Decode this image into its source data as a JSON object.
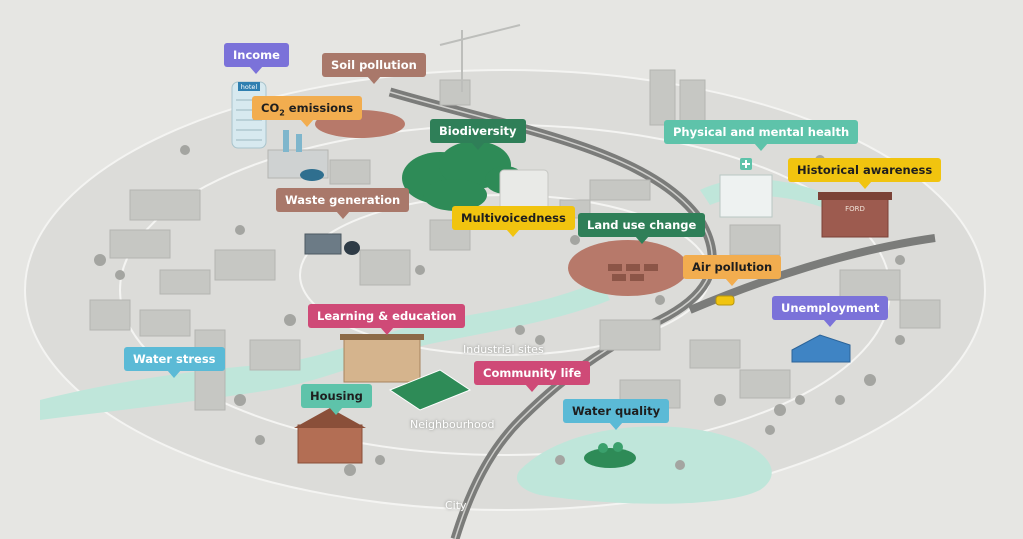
{
  "colors": {
    "background": "#e6e6e3",
    "ground": "#d8d9d5",
    "ring_line": "#f4f4f2",
    "road": "#7b7c7a",
    "water": "#bfe6da",
    "forest_green": "#2e8b57",
    "soil": "#b7796a",
    "building": "#c6c7c3",
    "tree": "#a4a5a1"
  },
  "labels": {
    "income": {
      "text": "Income",
      "color": "#7b72d9"
    },
    "soil_pollution": {
      "text": "Soil pollution",
      "color": "#a9786a"
    },
    "co2_emissions": {
      "text": "CO",
      "sub": "2",
      "suffix": " emissions",
      "color": "#f2ad4f"
    },
    "biodiversity": {
      "text": "Biodiversity",
      "color": "#2f7f58"
    },
    "physical_mental_health": {
      "text": "Physical and mental health",
      "color": "#5ec3aa"
    },
    "historical_awareness": {
      "text": "Historical awareness",
      "color": "#f1c40f"
    },
    "waste_generation": {
      "text": "Waste generation",
      "color": "#a9786a"
    },
    "multivoicedness": {
      "text": "Multivoicedness",
      "color": "#f1c40f"
    },
    "land_use_change": {
      "text": "Land use change",
      "color": "#2f7f58"
    },
    "air_pollution": {
      "text": "Air pollution",
      "color": "#f2ad4f"
    },
    "unemployment": {
      "text": "Unemployment",
      "color": "#7b72d9"
    },
    "learning_education": {
      "text": "Learning & education",
      "color": "#cf4a77"
    },
    "water_stress": {
      "text": "Water stress",
      "color": "#5bbad6"
    },
    "community_life": {
      "text": "Community life",
      "color": "#cf4a77"
    },
    "housing": {
      "text": "Housing",
      "color": "#5ec3aa"
    },
    "water_quality": {
      "text": "Water quality",
      "color": "#5bbad6"
    }
  },
  "places": {
    "industrial_sites": "Industrial sites",
    "neighbourhood": "Neighbourhood",
    "city": "City"
  },
  "signs": {
    "hotel": "hotel",
    "ford": "FORD"
  },
  "icons": {
    "hospital_cross": "hospital-cross-icon",
    "solar_panel": "solar-panel-icon",
    "crane": "crane-icon",
    "car": "car-icon"
  }
}
